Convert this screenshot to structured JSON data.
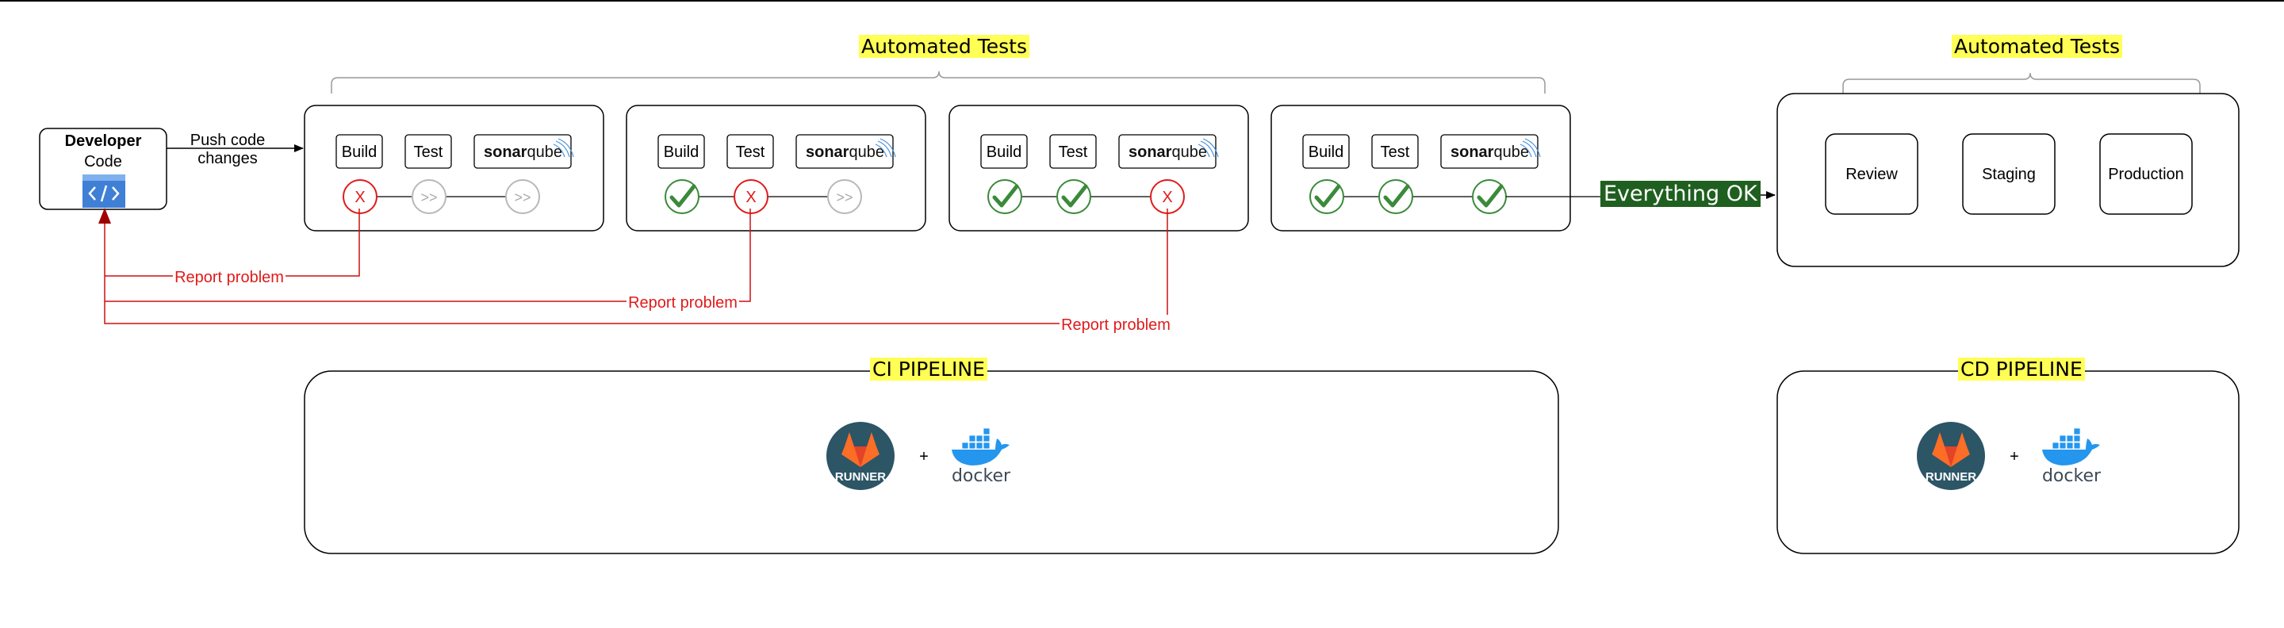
{
  "developer": {
    "title": "Developer",
    "subtitle": "Code"
  },
  "push_label": [
    "Push code",
    "changes"
  ],
  "ci": {
    "automated_tests_title": "Automated Tests",
    "pipeline_title": "CI PIPELINE",
    "stages": [
      {
        "steps": [
          "Build",
          "Test",
          "sonarqube"
        ],
        "status": [
          "fail",
          "pending",
          "pending"
        ]
      },
      {
        "steps": [
          "Build",
          "Test",
          "sonarqube"
        ],
        "status": [
          "pass",
          "fail",
          "pending"
        ]
      },
      {
        "steps": [
          "Build",
          "Test",
          "sonarqube"
        ],
        "status": [
          "pass",
          "pass",
          "fail"
        ]
      },
      {
        "steps": [
          "Build",
          "Test",
          "sonarqube"
        ],
        "status": [
          "pass",
          "pass",
          "pass"
        ]
      }
    ],
    "fail_mark": "X",
    "pending_mark": ">>",
    "report_label": "Report problem",
    "everything_ok": "Everything OK"
  },
  "cd": {
    "automated_tests_title": "Automated Tests",
    "pipeline_title": "CD PIPELINE",
    "environments": [
      "Review",
      "Staging",
      "Production"
    ]
  },
  "tools": {
    "runner_label": "RUNNER",
    "plus": "+",
    "docker_label": "docker"
  },
  "colors": {
    "fail": "#e01b1b",
    "pass": "#3a8a3a",
    "pending": "#b8b8b8",
    "highlight": "#ffff55",
    "ok_bg": "#1f5f1f",
    "report": "#cc1111",
    "developer_arrow": "#a00000"
  }
}
